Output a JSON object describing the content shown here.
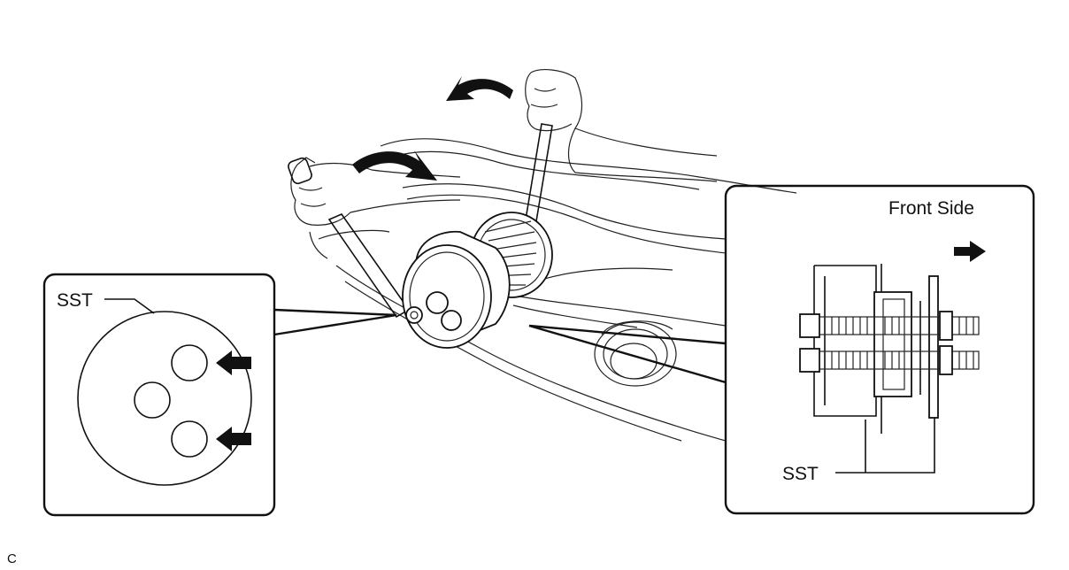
{
  "labels": {
    "left_callout_sst": "SST",
    "right_callout_title": "Front Side",
    "right_callout_sst": "SST",
    "figure_code": "C"
  },
  "icons": {
    "rotation_arrows": "curved-arrow-icon",
    "direction_arrow": "right-arrow-icon",
    "push_arrows": "left-arrow-icon"
  },
  "colors": {
    "line": "#111111",
    "background": "#ffffff"
  }
}
